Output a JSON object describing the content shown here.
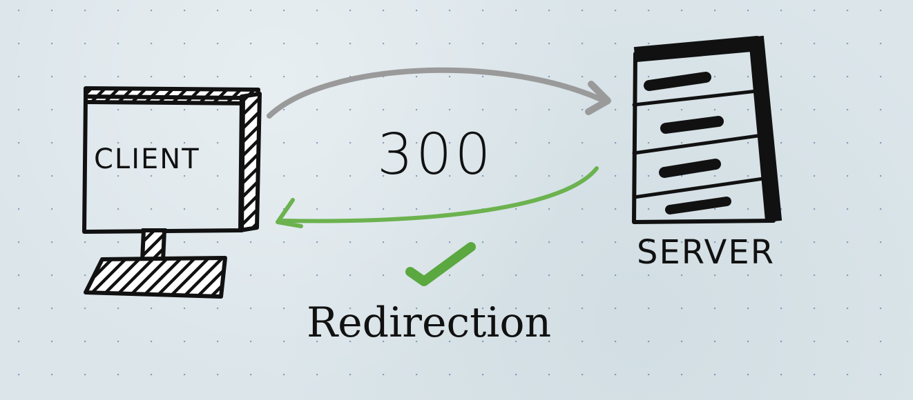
{
  "diagram": {
    "client_label": "CLIENT",
    "server_label": "SERVER",
    "status_code": "300",
    "caption": "Redirection"
  },
  "colors": {
    "ink": "#111111",
    "request_arrow": "#9a9a9a",
    "response_arrow": "#6cb24f",
    "checkmark": "#5aa83f"
  },
  "icons": {
    "client": "monitor-icon",
    "server": "server-rack-icon",
    "status": "checkmark-icon"
  }
}
